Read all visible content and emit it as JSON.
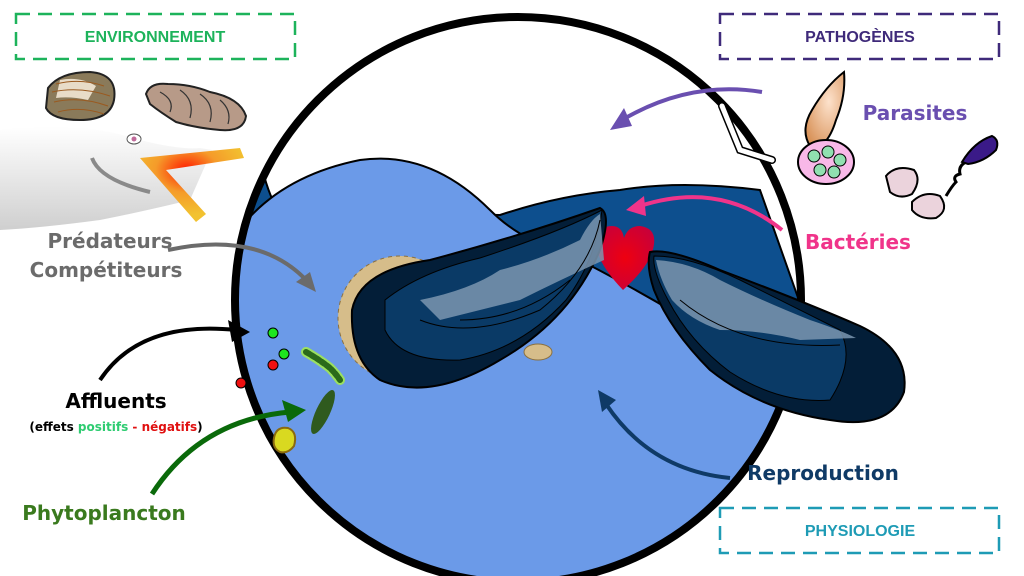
{
  "categories": {
    "environment": {
      "label": "ENVIRONNEMENT",
      "color": "#1DB35B"
    },
    "pathogens": {
      "label": "PATHOGÈNES",
      "color": "#3F2A7A"
    },
    "physiology": {
      "label": "PHYSIOLOGIE",
      "color": "#1E9BB5"
    }
  },
  "factors": {
    "predators": {
      "line1": "Prédateurs",
      "line2": "Compétiteurs",
      "color": "#6B6B6B"
    },
    "affluents": {
      "label": "Affluents",
      "paren_open": "(effets ",
      "positive": "positifs",
      "separator": " - ",
      "negative": "négatifs",
      "paren_close": ")",
      "color": "#000000",
      "positive_color": "#2ECC71",
      "negative_color": "#E01010"
    },
    "phytoplankton": {
      "label": "Phytoplancton",
      "color": "#3A7A1E"
    },
    "parasites": {
      "label": "Parasites",
      "color": "#6A4FB0"
    },
    "bacteria": {
      "label": "Bactéries",
      "color": "#F0348A"
    },
    "reproduction": {
      "label": "Reproduction",
      "color": "#0F3A66"
    }
  },
  "colors": {
    "water": "#6B9AE8",
    "mussel_flesh": "#0D4F8E",
    "shell_dark": "#062846",
    "heart": "#D8002A"
  }
}
